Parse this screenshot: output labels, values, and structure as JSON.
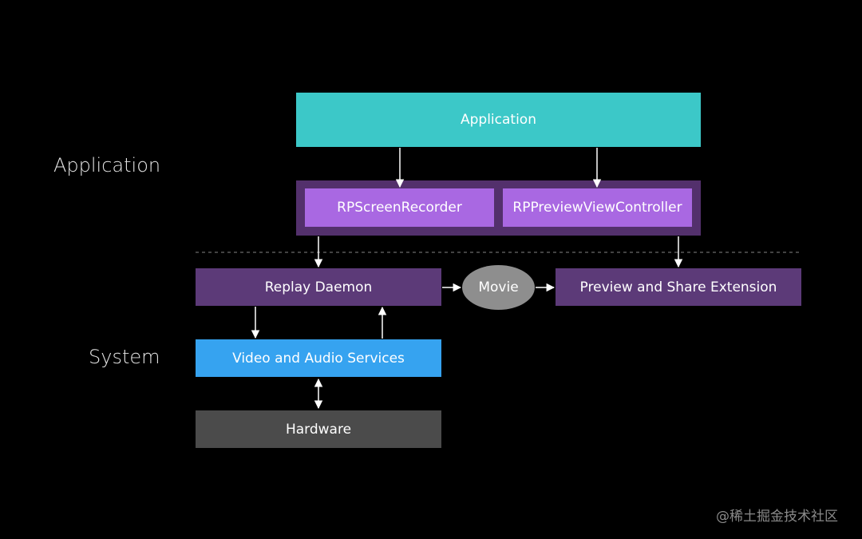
{
  "layers": {
    "application_label": "Application",
    "system_label": "System"
  },
  "nodes": {
    "application": "Application",
    "rp_screen_recorder": "RPScreenRecorder",
    "rp_preview_view_controller": "RPPreviewViewController",
    "replay_daemon": "Replay Daemon",
    "movie": "Movie",
    "preview_share_extension": "Preview and Share Extension",
    "video_audio_services": "Video and Audio Services",
    "hardware": "Hardware"
  },
  "watermark": "@稀土掘金技术社区",
  "colors": {
    "background": "#000000",
    "application": "#3cc8c8",
    "replaykit_container": "#53306c",
    "replaykit_class": "#a968e2",
    "daemon": "#5c3a78",
    "movie": "#8e8e8e",
    "services": "#36a3f0",
    "hardware": "#4b4b4b",
    "separator": "#6a6a6a",
    "arrow": "#ffffff"
  }
}
